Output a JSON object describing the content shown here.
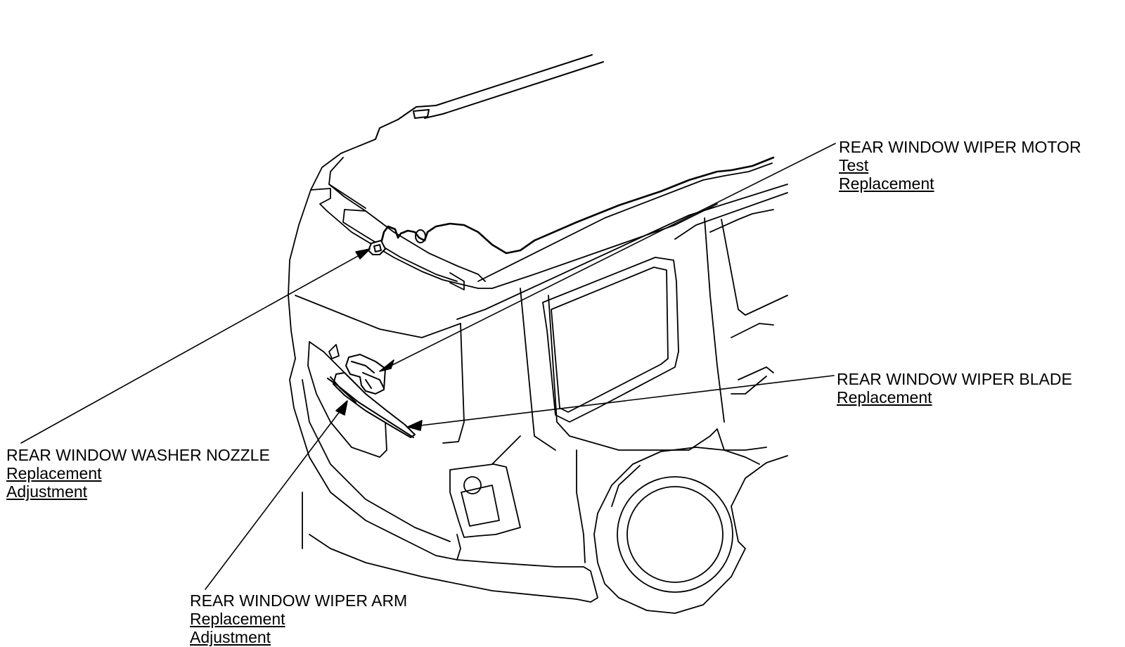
{
  "callouts": {
    "motor": {
      "title": "REAR WINDOW WIPER MOTOR",
      "links": [
        "Test",
        "Replacement"
      ]
    },
    "blade": {
      "title": "REAR WINDOW WIPER BLADE",
      "links": [
        "Replacement"
      ]
    },
    "nozzle": {
      "title": "REAR WINDOW WASHER NOZZLE",
      "links": [
        "Replacement",
        "Adjustment"
      ]
    },
    "arm": {
      "title": "REAR WINDOW WIPER ARM",
      "links": [
        "Replacement",
        "Adjustment"
      ]
    }
  },
  "colors": {
    "line": "#000000",
    "background": "#ffffff"
  }
}
